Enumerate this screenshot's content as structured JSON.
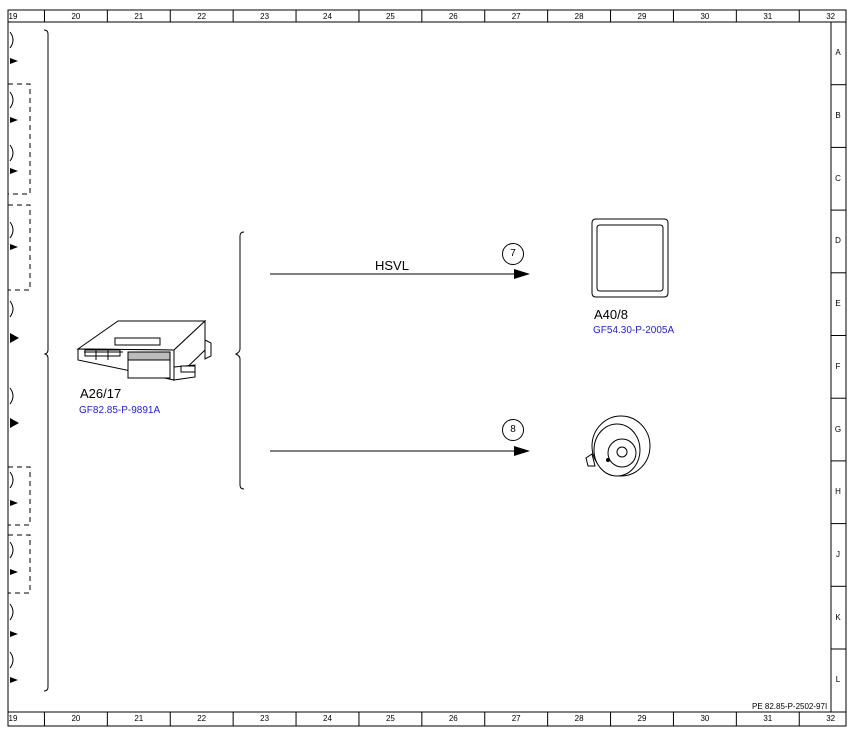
{
  "ruler": {
    "columns": [
      "19",
      "20",
      "21",
      "22",
      "23",
      "24",
      "25",
      "26",
      "27",
      "28",
      "29",
      "30",
      "31",
      "32"
    ],
    "rows": [
      "A",
      "B",
      "C",
      "D",
      "E",
      "F",
      "G",
      "H",
      "J",
      "K",
      "L"
    ]
  },
  "components": {
    "a26_17": {
      "name": "A26/17",
      "ref": "GF82.85-P-9891A",
      "ref_color": "#2222cc"
    },
    "a40_8": {
      "name": "A40/8",
      "ref": "GF54.30-P-2005A",
      "ref_color": "#2222cc"
    }
  },
  "signals": [
    {
      "label": "HSVL",
      "callout": "7"
    },
    {
      "label": "",
      "callout": "8"
    }
  ],
  "document_ref": "PE 82.85-P-2502-97I"
}
